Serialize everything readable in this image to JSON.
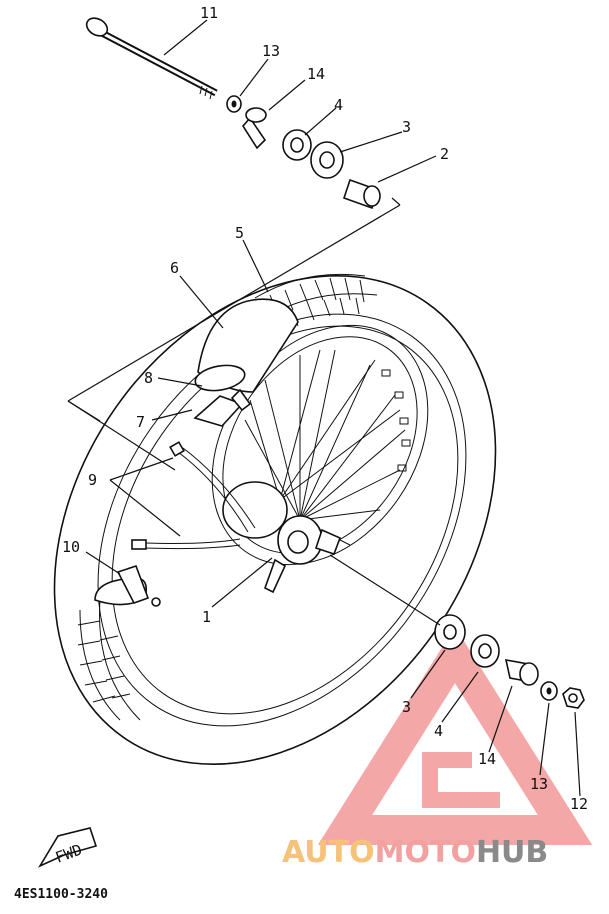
{
  "diagram": {
    "callouts": {
      "n1": "1",
      "n2": "2",
      "n3_top": "3",
      "n3_bottom": "3",
      "n4_top": "4",
      "n4_bottom": "4",
      "n5": "5",
      "n6": "6",
      "n7": "7",
      "n8": "8",
      "n9": "9",
      "n10": "10",
      "n11": "11",
      "n12": "12",
      "n13_top": "13",
      "n13_bottom": "13",
      "n14_top": "14",
      "n14_bottom": "14"
    },
    "fwd_label": "FWD",
    "part_code": "4ES1100-3240"
  },
  "watermark": {
    "auto": "AUTO",
    "moto": "MOTO",
    "hub": "HUB",
    "colors": {
      "auto": "#f6c27a",
      "moto": "#f3a0a0",
      "hub": "#8a8a8a",
      "logo": "#f08a8a"
    }
  }
}
